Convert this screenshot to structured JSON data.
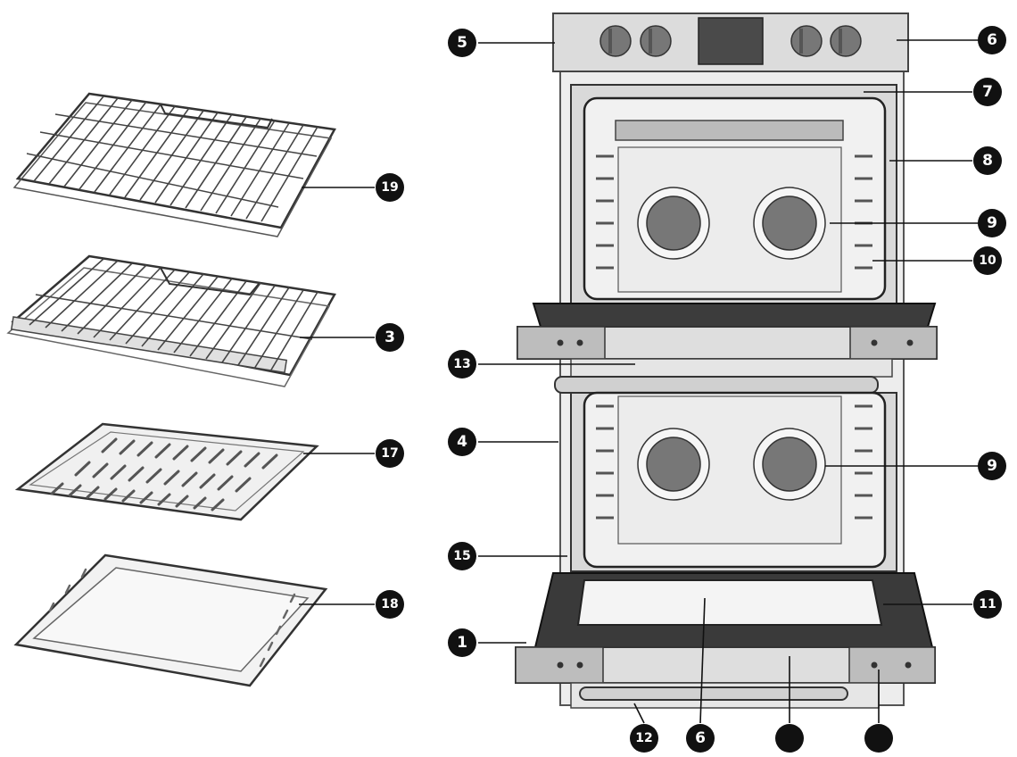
{
  "callouts": [
    {
      "id": "c5",
      "label": "5"
    },
    {
      "id": "c6a",
      "label": "6"
    },
    {
      "id": "c7",
      "label": "7"
    },
    {
      "id": "c8",
      "label": "8"
    },
    {
      "id": "c9a",
      "label": "9"
    },
    {
      "id": "c10",
      "label": "10"
    },
    {
      "id": "c13",
      "label": "13"
    },
    {
      "id": "c4",
      "label": "4"
    },
    {
      "id": "c9b",
      "label": "9"
    },
    {
      "id": "c15",
      "label": "15"
    },
    {
      "id": "c11",
      "label": "11"
    },
    {
      "id": "c1",
      "label": "1"
    },
    {
      "id": "c12",
      "label": "12"
    },
    {
      "id": "c6b",
      "label": "6"
    },
    {
      "id": "c19",
      "label": "19"
    },
    {
      "id": "c3",
      "label": "3"
    },
    {
      "id": "c17",
      "label": "17"
    },
    {
      "id": "c18",
      "label": "18"
    },
    {
      "id": "c-blank-1",
      "label": ""
    },
    {
      "id": "c-blank-2",
      "label": ""
    }
  ],
  "colors": {
    "ink": "#111111",
    "steel": "#d8d8d8",
    "steel_dark": "#9a9a9a",
    "cavity": "#e9e9e9",
    "door": "#3a3a3a"
  }
}
